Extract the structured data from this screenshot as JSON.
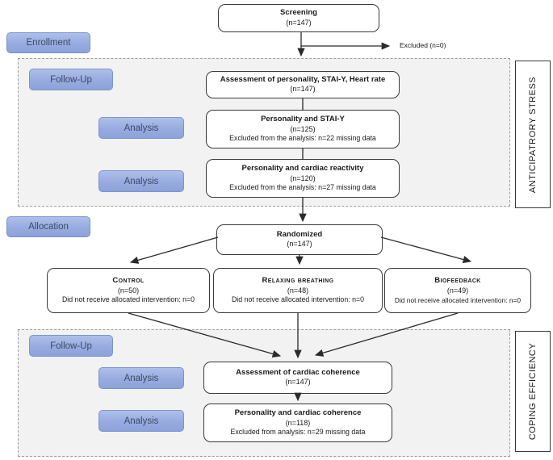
{
  "diagram": {
    "stages": {
      "enrollment": "Enrollment",
      "followup_1": "Follow-Up",
      "analysis_1": "Analysis",
      "analysis_2": "Analysis",
      "allocation": "Allocation",
      "followup_2": "Follow-Up",
      "analysis_3": "Analysis",
      "analysis_4": "Analysis"
    },
    "side_labels": {
      "anticipatory_stress": "ANTICIPATRORY STRESS",
      "coping_efficiency": "COPING EFFICIENCY"
    },
    "excluded_note": "Excluded (n=0)",
    "boxes": {
      "screening": {
        "title": "Screening",
        "n": "(n=147)"
      },
      "assessment_personality": {
        "title": "Assessment of personality, STAI-Y, Heart rate",
        "n": "(n=147)"
      },
      "personality_stai": {
        "title": "Personality and STAI-Y",
        "n": "(n=125)",
        "note": "Excluded from the analysis: n=22 missing data"
      },
      "personality_reactivity": {
        "title": "Personality and cardiac reactivity",
        "n": "(n=120)",
        "note": "Excluded from the analysis: n=27 missing data"
      },
      "randomized": {
        "title": "Randomized",
        "n": "(n=147)"
      },
      "control": {
        "title": "Control",
        "n": "(n=50)",
        "note": "Did not receive allocated intervention: n=0"
      },
      "relaxing_breathing": {
        "title": "Relaxing breathing",
        "n": "(n=48)",
        "note": "Did not receive allocated intervention: n=0"
      },
      "biofeedback": {
        "title": "Biofeedback",
        "n": "(n=49)",
        "note": "Did not receive allocated intervention: n=0"
      },
      "assessment_coherence": {
        "title": "Assessment of cardiac coherence",
        "n": "(n=147)"
      },
      "personality_coherence": {
        "title": "Personality and cardiac coherence",
        "n": "(n=118)",
        "note": "Excluded from analysis: n=29 missing data"
      }
    },
    "colors": {
      "stage_label_fill": "#8CA2DA",
      "stage_label_border": "#7D93CF",
      "stage_label_text": "#3D4A63",
      "section_fill": "#F2F2F2",
      "section_border": "#9D9D9D",
      "box_border": "#3A3A3A",
      "arrow": "#2B2B2B"
    }
  }
}
